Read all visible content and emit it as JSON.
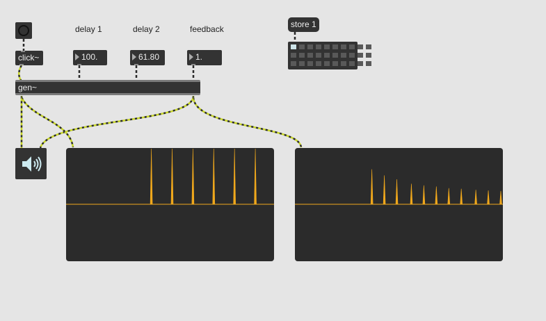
{
  "labels": {
    "delay1": "delay 1",
    "delay2": "delay 2",
    "feedback": "feedback"
  },
  "objects": {
    "click": "click~",
    "gen": "gen~",
    "preset_message": "store 1"
  },
  "number_boxes": {
    "delay1": "100.",
    "delay2": "61.80",
    "feedback": "1."
  },
  "preset": {
    "rows": 3,
    "cols": 10,
    "active_index": 0
  },
  "audio_output": {
    "icon": "speaker-icon"
  },
  "colors": {
    "background": "#e5e5e5",
    "object": "#333333",
    "patch_cord": "#c8d62a",
    "scope_trace": "#f0a81c",
    "scope_background": "#2b2b2b"
  },
  "scopes": {
    "left": {
      "impulses": [
        {
          "t": 0.41,
          "amp": 1.0
        },
        {
          "t": 0.51,
          "amp": 1.0
        },
        {
          "t": 0.61,
          "amp": 1.0
        },
        {
          "t": 0.71,
          "amp": 1.0
        },
        {
          "t": 0.81,
          "amp": 1.0
        },
        {
          "t": 0.91,
          "amp": 1.0
        }
      ]
    },
    "right": {
      "impulses": [
        {
          "t": 0.37,
          "amp": 0.63
        },
        {
          "t": 0.43,
          "amp": 0.52
        },
        {
          "t": 0.49,
          "amp": 0.45
        },
        {
          "t": 0.56,
          "amp": 0.37
        },
        {
          "t": 0.62,
          "amp": 0.34
        },
        {
          "t": 0.68,
          "amp": 0.32
        },
        {
          "t": 0.74,
          "amp": 0.29
        },
        {
          "t": 0.8,
          "amp": 0.28
        },
        {
          "t": 0.87,
          "amp": 0.26
        },
        {
          "t": 0.93,
          "amp": 0.25
        },
        {
          "t": 0.99,
          "amp": 0.24
        }
      ]
    }
  }
}
